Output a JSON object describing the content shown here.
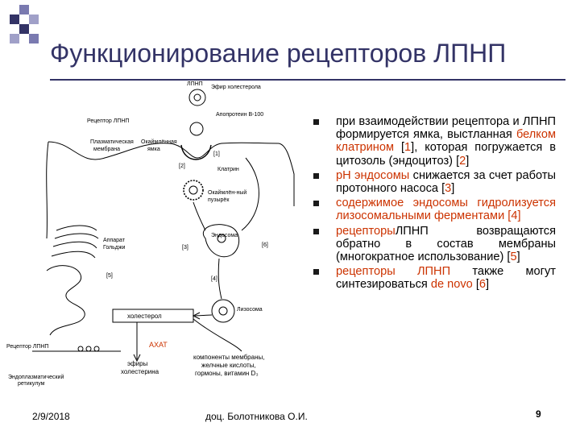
{
  "slide": {
    "title": "Функционирование рецепторов ЛПНП",
    "footer_date": "2/9/2018",
    "footer_author": "доц. Болотникова О.И.",
    "page_number": "9",
    "accent_color": "#333366",
    "highlight_color": "#cc3300"
  },
  "diagram": {
    "labels": {
      "ldl": "ЛПНП",
      "cholesterol_ester": "Эфир холестерола",
      "apoprotein": "Апопротеин В-100",
      "ldl_receptor_top": "Рецептор ЛПНП",
      "plasma_membrane_1": "Плазматическая",
      "plasma_membrane_2": "мембрана",
      "coated_pit_1": "Окаймлённая",
      "coated_pit_2": "ямка",
      "clathrin": "Клатрин",
      "coated_vesicle_1": "Окаймлён-ный",
      "coated_vesicle_2": "пузырёк",
      "endosome": "Эндосома",
      "golgi_1": "Аппарат",
      "golgi_2": "Гольджи",
      "lysosome": "Лизосома",
      "cholesterol": "холестерол",
      "acat": "АХАТ",
      "esters_1": "эфиры",
      "esters_2": "холестерина",
      "components_1": "компоненты мембраны,",
      "components_2": "желчные кислоты,",
      "components_3": "гормоны, витамин D₃",
      "ldl_receptor_er": "Рецептор ЛПНП",
      "er_1": "Эндоплазматический",
      "er_2": "ретикулум",
      "n1": "[1]",
      "n2": "[2]",
      "n3": "[3]",
      "n4": "[4]",
      "n5": "[5]",
      "n6": "[6]"
    }
  },
  "bullets": [
    {
      "parts": [
        {
          "text": "при взаимодействии рецептора и ЛПНП формируется ямка, выстланная ",
          "hl": false
        },
        {
          "text": "белком клатрином",
          "hl": true
        },
        {
          "text": " [",
          "hl": false
        },
        {
          "text": "1",
          "hl": true
        },
        {
          "text": "], которая погружается в цитозоль (эндоцитоз) [",
          "hl": false
        },
        {
          "text": "2",
          "hl": true
        },
        {
          "text": "]",
          "hl": false
        }
      ]
    },
    {
      "parts": [
        {
          "text": "рН эндосомы ",
          "hl": true
        },
        {
          "text": "снижается",
          "hl": false
        },
        {
          "text": " за счет работы протонного насоса [",
          "hl": false
        },
        {
          "text": "3",
          "hl": true
        },
        {
          "text": "]",
          "hl": false
        }
      ]
    },
    {
      "parts": [
        {
          "text": "содержимое эндосомы гидролизуется лизосомальными ферментами [",
          "hl": true
        },
        {
          "text": "4",
          "hl": true
        },
        {
          "text": "]",
          "hl": true
        }
      ]
    },
    {
      "parts": [
        {
          "text": "рецепторы",
          "hl": true
        },
        {
          "text": "ЛПНП",
          "hl": false
        },
        {
          "text": " ",
          "hl": false
        },
        {
          "text": "возвращаются",
          "hl": false
        },
        {
          "text": " обратно в состав мембраны (многократное использование) [",
          "hl": false
        },
        {
          "text": "5",
          "hl": true
        },
        {
          "text": "]",
          "hl": false
        }
      ]
    },
    {
      "parts": [
        {
          "text": "рецепторы ЛПНП ",
          "hl": true
        },
        {
          "text": "также могут синтезироваться ",
          "hl": false
        },
        {
          "text": "de novo",
          "hl": true
        },
        {
          "text": " [",
          "hl": false
        },
        {
          "text": "6",
          "hl": true
        },
        {
          "text": "]",
          "hl": false
        }
      ]
    }
  ]
}
